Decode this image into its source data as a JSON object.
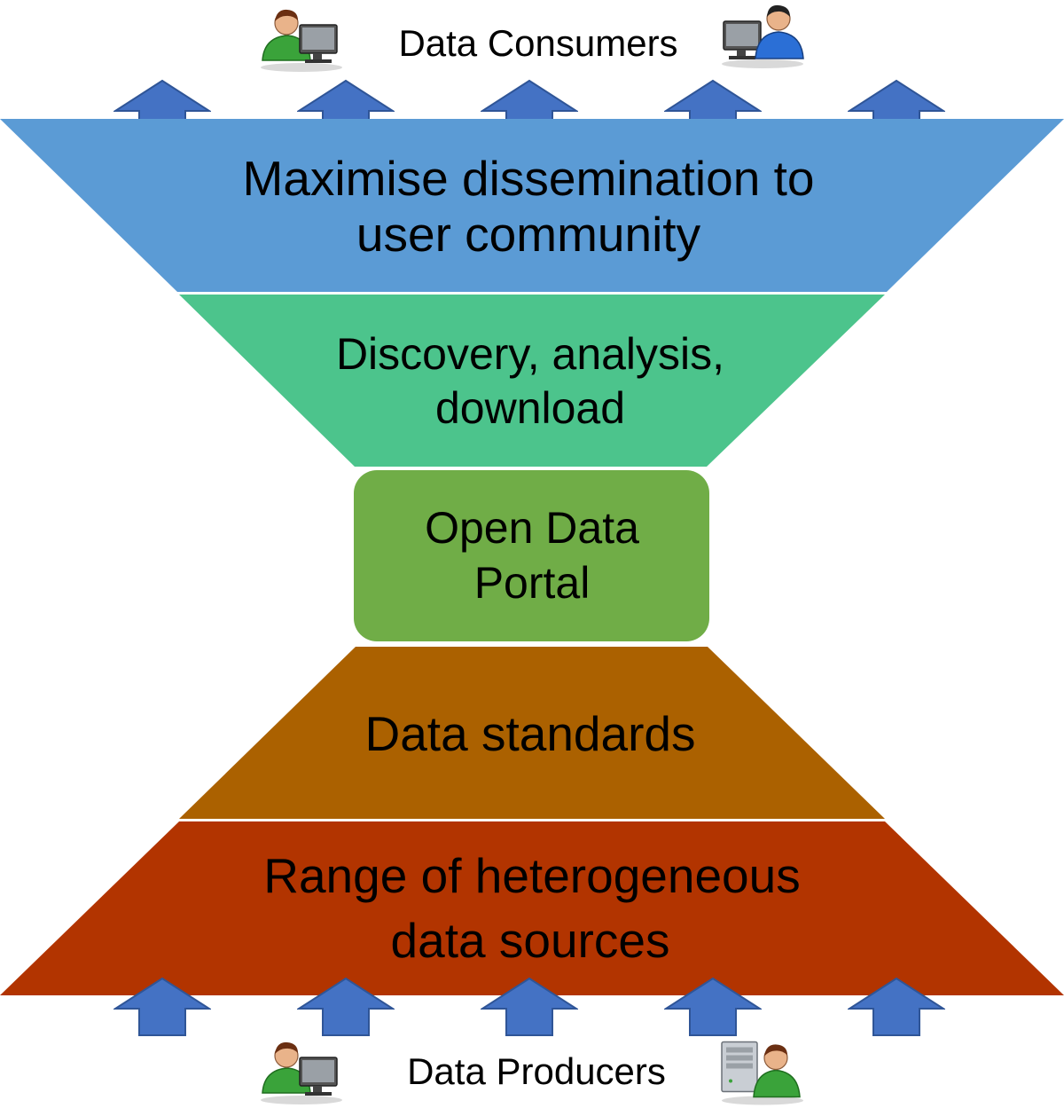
{
  "colors": {
    "dissemination": "#5B9BD5",
    "discovery": "#4CC48C",
    "portal": "#70AD47",
    "standards": "#AB6100",
    "sources": "#B23400",
    "arrow": "#4472C4",
    "arrow_stroke": "#2F5597"
  },
  "consumers": {
    "label": "Data Consumers",
    "icons": [
      "user-computer-icon",
      "user-computer-icon"
    ]
  },
  "producers": {
    "label": "Data Producers",
    "icons": [
      "user-computer-icon",
      "server-user-icon"
    ]
  },
  "layers": {
    "dissemination": {
      "line1": "Maximise dissemination to",
      "line2": "user community"
    },
    "discovery": {
      "line1": "Discovery, analysis,",
      "line2": "download"
    },
    "portal": {
      "line1": "Open Data",
      "line2": "Portal"
    },
    "standards": {
      "line1": "Data standards"
    },
    "sources": {
      "line1": "Range of heterogeneous",
      "line2": "data sources"
    }
  },
  "arrows": {
    "top_count": 5,
    "bottom_count": 5,
    "direction": "up"
  }
}
